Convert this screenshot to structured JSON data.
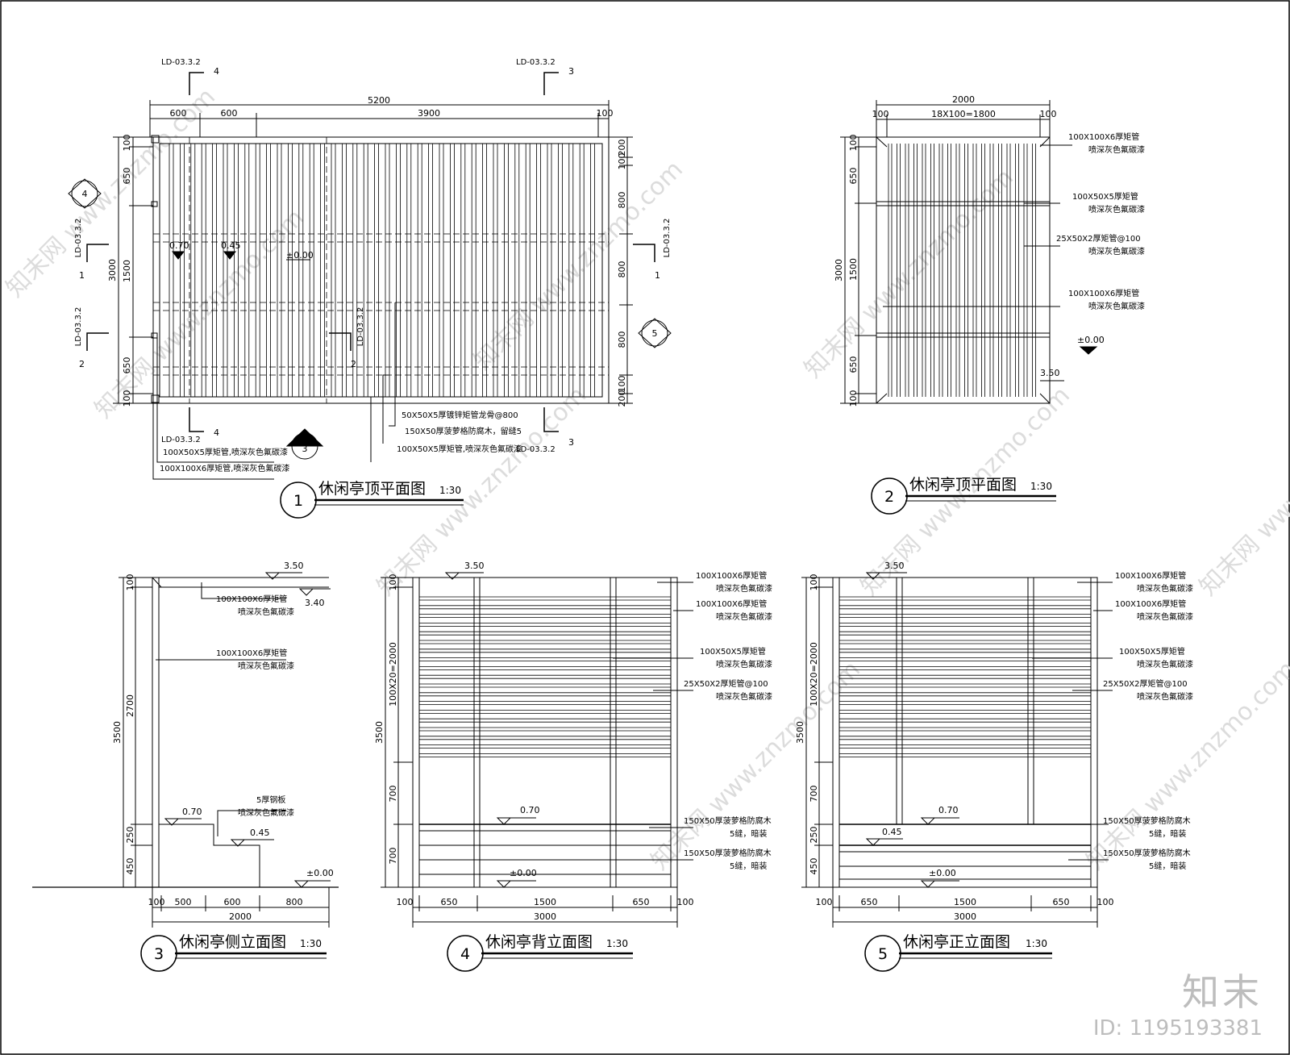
{
  "watermarks": [
    "知末网 www.znzmo.com"
  ],
  "brand": {
    "logo": "知末",
    "id": "ID: 1195193381"
  },
  "sheet1": {
    "num": "1",
    "title": "休闲亭顶平面图",
    "scale": "1:30",
    "section_ref": "LD-03.3.2",
    "section_marks": [
      "4",
      "3",
      "1",
      "2"
    ],
    "elev_marks": [
      "4",
      "5",
      "3"
    ],
    "top_dims": {
      "overall": "5200",
      "segments": [
        "600",
        "600",
        "3900",
        "100"
      ]
    },
    "left_dims": {
      "overall": "3000",
      "segments": [
        "100",
        "650",
        "1500",
        "650",
        "100"
      ]
    },
    "right_dims": [
      "200",
      "100",
      "800",
      "800",
      "800",
      "100",
      "200"
    ],
    "levels": [
      "0.70",
      "0.45",
      "±0.00"
    ],
    "notes": [
      "50X50X5厚镀锌矩管龙骨@800",
      "150X50厚菠萝格防腐木，留缝5",
      "100X50X5厚矩管,喷深灰色氟碳漆",
      "100X50X5厚矩管,喷深灰色氟碳漆",
      "100X100X6厚矩管,喷深灰色氟碳漆"
    ]
  },
  "sheet2": {
    "num": "2",
    "title": "休闲亭顶平面图",
    "scale": "1:30",
    "top_dims": {
      "overall": "2000",
      "segments": [
        "100",
        "18X100=1800",
        "100"
      ]
    },
    "left_dims": {
      "overall": "3000",
      "segments": [
        "100",
        "650",
        "1500",
        "650",
        "100"
      ]
    },
    "levels": [
      "±0.00",
      "3.50"
    ],
    "notes": [
      {
        "a": "100X100X6厚矩管",
        "b": "喷深灰色氟碳漆"
      },
      {
        "a": "100X50X5厚矩管",
        "b": "喷深灰色氟碳漆"
      },
      {
        "a": "25X50X2厚矩管@100",
        "b": "喷深灰色氟碳漆"
      },
      {
        "a": "100X100X6厚矩管",
        "b": "喷深灰色氟碳漆"
      }
    ]
  },
  "sheet3": {
    "num": "3",
    "title": "休闲亭侧立面图",
    "scale": "1:30",
    "levels": [
      "3.50",
      "3.40",
      "0.70",
      "0.45",
      "±0.00"
    ],
    "left_dims": {
      "overall": "3500",
      "segments": [
        "100",
        "2700",
        "250",
        "450"
      ]
    },
    "bottom_dims": {
      "overall": "2000",
      "segments": [
        "100",
        "500",
        "600",
        "800"
      ]
    },
    "notes": [
      {
        "a": "100X100X6厚矩管",
        "b": "喷深灰色氟碳漆"
      },
      {
        "a": "100X100X6厚矩管",
        "b": "喷深灰色氟碳漆"
      },
      {
        "a": "5厚钢板",
        "b": "喷深灰色氟碳漆"
      }
    ]
  },
  "sheet4": {
    "num": "4",
    "title": "休闲亭背立面图",
    "scale": "1:30",
    "levels": [
      "3.50",
      "0.70",
      "±0.00"
    ],
    "left_dims": {
      "overall": "3500",
      "segments": [
        "100",
        "100X20=2000",
        "700",
        "700"
      ]
    },
    "bottom_dims": {
      "overall": "3000",
      "segments": [
        "100",
        "650",
        "1500",
        "650",
        "100"
      ]
    },
    "notes": [
      {
        "a": "100X100X6厚矩管",
        "b": "喷深灰色氟碳漆"
      },
      {
        "a": "100X100X6厚矩管",
        "b": "喷深灰色氟碳漆"
      },
      {
        "a": "100X50X5厚矩管",
        "b": "喷深灰色氟碳漆"
      },
      {
        "a": "25X50X2厚矩管@100",
        "b": "喷深灰色氟碳漆"
      },
      {
        "a": "150X50厚菠萝格防腐木",
        "b": "5缝，暗装"
      },
      {
        "a": "150X50厚菠萝格防腐木",
        "b": "5缝，暗装"
      }
    ]
  },
  "sheet5": {
    "num": "5",
    "title": "休闲亭正立面图",
    "scale": "1:30",
    "levels": [
      "3.50",
      "0.70",
      "0.45",
      "±0.00"
    ],
    "left_dims": {
      "overall": "3500",
      "segments": [
        "100",
        "100X20=2000",
        "700",
        "250",
        "450"
      ]
    },
    "bottom_dims": {
      "overall": "3000",
      "segments": [
        "100",
        "650",
        "1500",
        "650",
        "100"
      ]
    },
    "notes": [
      {
        "a": "100X100X6厚矩管",
        "b": "喷深灰色氟碳漆"
      },
      {
        "a": "100X100X6厚矩管",
        "b": "喷深灰色氟碳漆"
      },
      {
        "a": "100X50X5厚矩管",
        "b": "喷深灰色氟碳漆"
      },
      {
        "a": "25X50X2厚矩管@100",
        "b": "喷深灰色氟碳漆"
      },
      {
        "a": "150X50厚菠萝格防腐木",
        "b": "5缝，暗装"
      },
      {
        "a": "150X50厚菠萝格防腐木",
        "b": "5缝，暗装"
      }
    ]
  }
}
